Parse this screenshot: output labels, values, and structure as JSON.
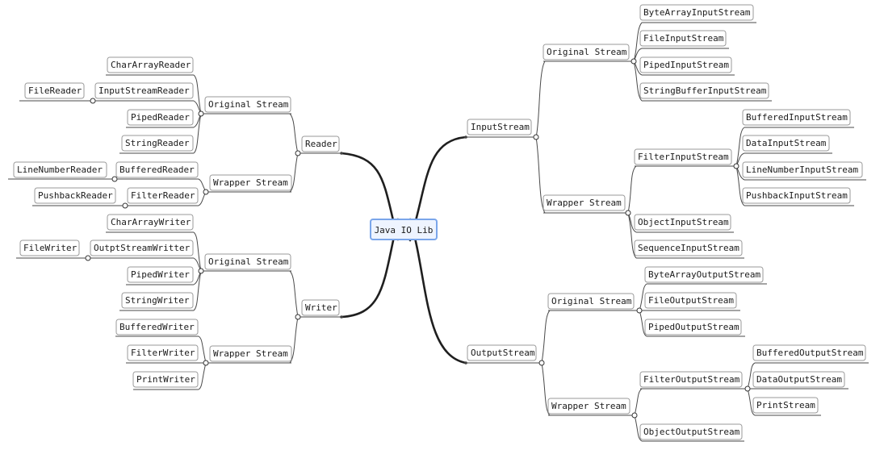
{
  "root": {
    "label": "Java IO Lib"
  },
  "branches": {
    "input_stream": "InputStream",
    "output_stream": "OutputStream",
    "reader": "Reader",
    "writer": "Writer"
  },
  "groups": {
    "in_original": "Original Stream",
    "in_wrapper": "Wrapper Stream",
    "in_filter": "FilterInputStream",
    "out_original": "Original Stream",
    "out_wrapper": "Wrapper Stream",
    "out_filter": "FilterOutputStream",
    "rd_original": "Original Stream",
    "rd_wrapper": "Wrapper Stream",
    "wr_original": "Original Stream",
    "wr_wrapper": "Wrapper Stream"
  },
  "leaves": {
    "in_bytearray": "ByteArrayInputStream",
    "in_file": "FileInputStream",
    "in_piped": "PipedInputStream",
    "in_stringbuffer": "StringBufferInputStream",
    "in_buffered": "BufferedInputStream",
    "in_data": "DataInputStream",
    "in_linenumber": "LineNumberInputStream",
    "in_pushback": "PushbackInputStream",
    "in_object": "ObjectInputStream",
    "in_sequence": "SequenceInputStream",
    "out_bytearray": "ByteArrayOutputStream",
    "out_file": "FileOutputStream",
    "out_piped": "PipedOutputStream",
    "out_buffered": "BufferedOutputStream",
    "out_data": "DataOutputStream",
    "out_print": "PrintStream",
    "out_object": "ObjectOutputStream",
    "rd_chararray": "CharArrayReader",
    "rd_inputstream": "InputStreamReader",
    "rd_file": "FileReader",
    "rd_piped": "PipedReader",
    "rd_string": "StringReader",
    "rd_buffered": "BufferedReader",
    "rd_linenumber": "LineNumberReader",
    "rd_filter": "FilterReader",
    "rd_pushback": "PushbackReader",
    "wr_chararray": "CharArrayWriter",
    "wr_outputstream": "OutptStreamWritter",
    "wr_file": "FileWriter",
    "wr_piped": "PipedWriter",
    "wr_string": "StringWriter",
    "wr_buffered": "BufferedWriter",
    "wr_filter": "FilterWriter",
    "wr_print": "PrintWriter"
  }
}
